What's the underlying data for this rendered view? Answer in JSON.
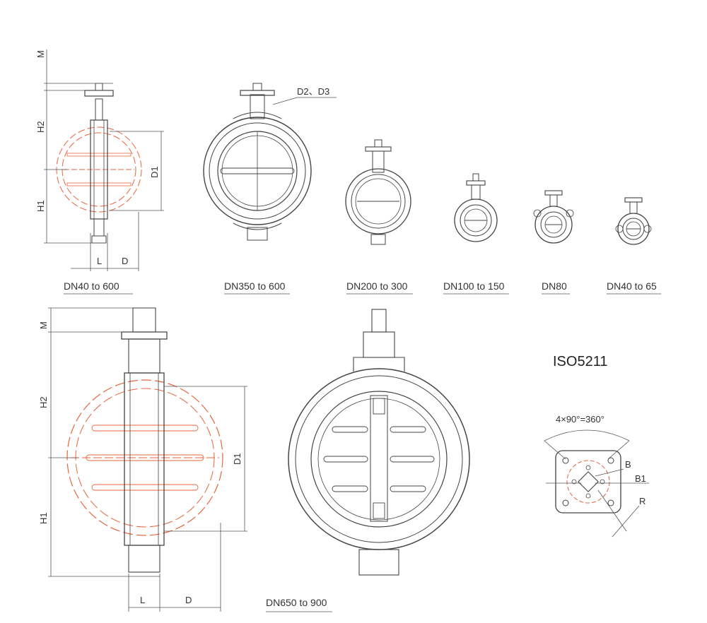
{
  "top_row": {
    "dims": {
      "m": "M",
      "h2": "H2",
      "h1": "H1",
      "d1": "D1",
      "l": "L",
      "d": "D",
      "d2d3": "D2、D3"
    },
    "captions": [
      "DN40 to 600",
      "DN350 to 600",
      "DN200 to 300",
      "DN100 to 150",
      "DN80",
      "DN40 to 65"
    ]
  },
  "bottom_row": {
    "dims": {
      "m": "M",
      "h2": "H2",
      "h1": "H1",
      "d1": "D1",
      "l": "L",
      "d": "D"
    },
    "caption": "DN650 to 900"
  },
  "iso": {
    "title": "ISO5211",
    "angle": "4×90°=360°",
    "labels": {
      "b": "B",
      "b1": "B1",
      "r": "R"
    }
  },
  "colors": {
    "line": "#444444",
    "accent": "#e8643c"
  }
}
